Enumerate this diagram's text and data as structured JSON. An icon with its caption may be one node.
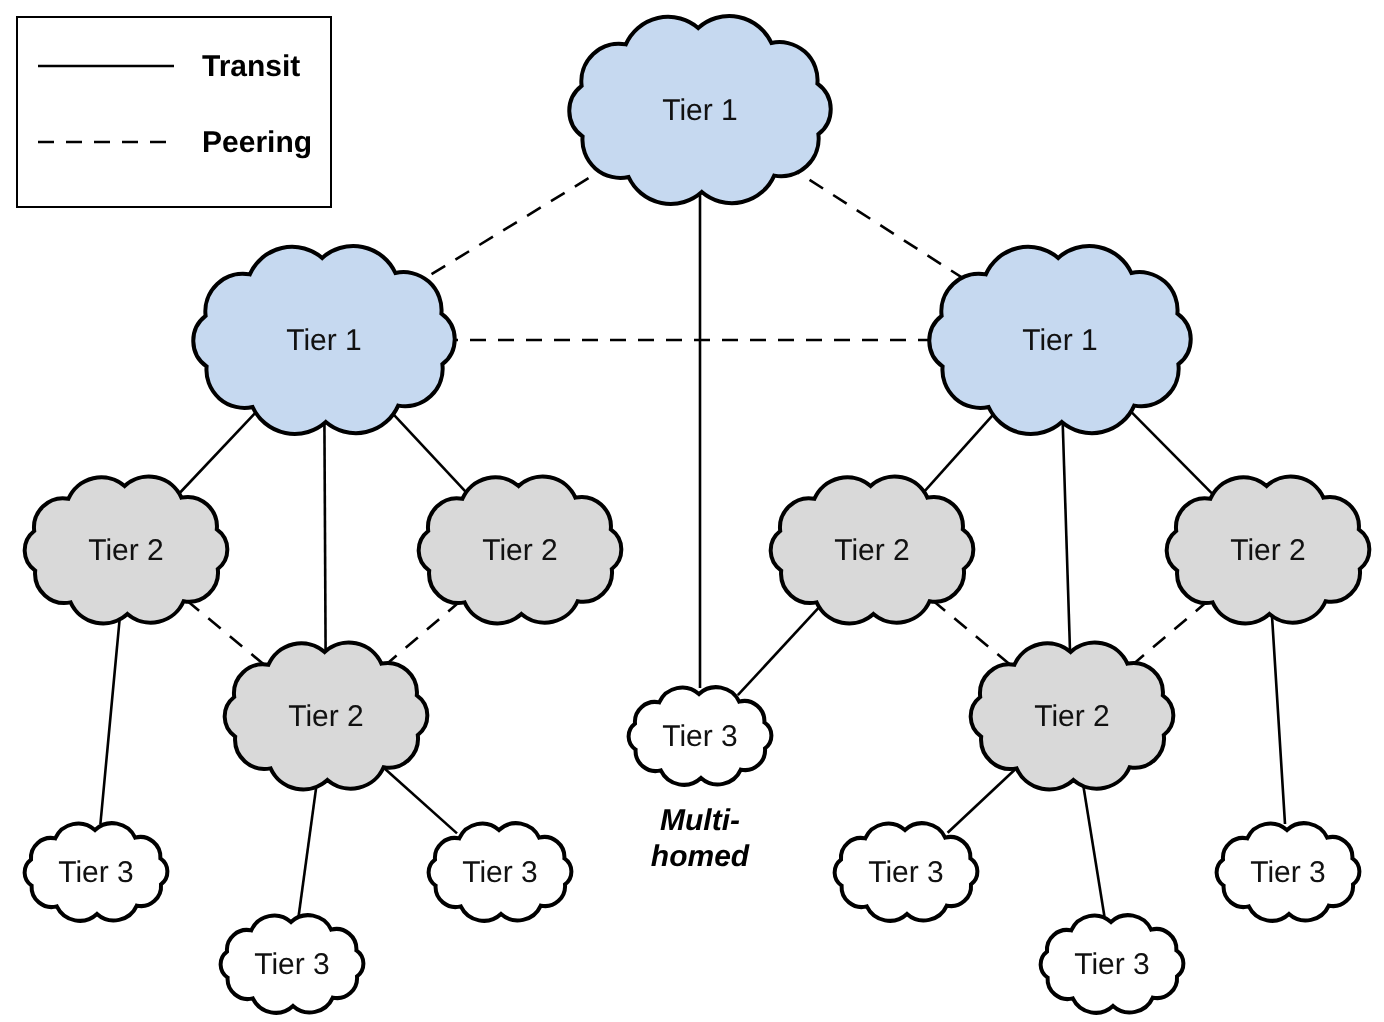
{
  "diagram": {
    "nodes": [
      {
        "text": [
          "Tier 1"
        ]
      },
      {
        "text": [
          "Tier 1"
        ]
      },
      {
        "text": [
          "Tier 1"
        ]
      },
      {
        "text": [
          "Tier 2"
        ]
      },
      {
        "text": [
          "Tier 2"
        ]
      },
      {
        "text": [
          "Tier 2"
        ]
      },
      {
        "text": [
          "Tier 2"
        ]
      },
      {
        "text": [
          "Tier 2"
        ]
      },
      {
        "text": [
          "Tier 2"
        ]
      },
      {
        "text": [
          "Tier 3"
        ],
        "beside": [
          "Multi-homed"
        ]
      },
      {
        "text": [
          "Tier 3"
        ]
      },
      {
        "text": [
          "Tier 3"
        ]
      },
      {
        "text": [
          "Tier 3"
        ]
      },
      {
        "text": [
          "Tier 3"
        ]
      },
      {
        "text": [
          "Tier 3"
        ]
      },
      {
        "text": [
          "Tier 3"
        ]
      }
    ],
    "edges": [
      {
        "from": 0,
        "to": 1,
        "arrow": "none",
        "style": "dashed"
      },
      {
        "from": 0,
        "to": 2,
        "arrow": "none",
        "style": "dashed"
      },
      {
        "from": 1,
        "to": 2,
        "arrow": "none",
        "style": "dashed"
      },
      {
        "from": 0,
        "to": 9,
        "arrow": "none"
      },
      {
        "from": 1,
        "to": 3,
        "arrow": "none"
      },
      {
        "from": 1,
        "to": 5,
        "arrow": "none"
      },
      {
        "from": 1,
        "to": 4,
        "arrow": "none"
      },
      {
        "from": 3,
        "to": 5,
        "arrow": "none",
        "style": "dashed"
      },
      {
        "from": 4,
        "to": 5,
        "arrow": "none",
        "style": "dashed"
      },
      {
        "from": 2,
        "to": 6,
        "arrow": "none"
      },
      {
        "from": 2,
        "to": 8,
        "arrow": "none"
      },
      {
        "from": 2,
        "to": 7,
        "arrow": "none"
      },
      {
        "from": 6,
        "to": 8,
        "arrow": "none",
        "style": "dashed"
      },
      {
        "from": 7,
        "to": 8,
        "arrow": "none",
        "style": "dashed"
      },
      {
        "from": 6,
        "to": 9,
        "arrow": "none"
      },
      {
        "from": 3,
        "to": 10,
        "arrow": "none"
      },
      {
        "from": 5,
        "to": 12,
        "arrow": "none"
      },
      {
        "from": 5,
        "to": 11,
        "arrow": "none"
      },
      {
        "from": 8,
        "to": 13,
        "arrow": "none"
      },
      {
        "from": 8,
        "to": 15,
        "arrow": "none"
      },
      {
        "from": 7,
        "to": 14,
        "arrow": "none"
      }
    ],
    "legend": [
      {
        "text": "Transit"
      },
      {
        "text": "Peering"
      }
    ]
  }
}
